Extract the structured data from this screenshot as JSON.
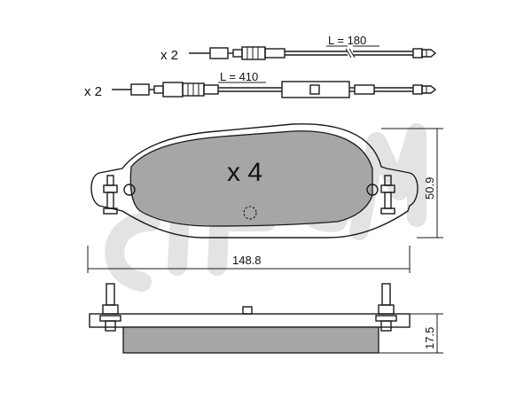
{
  "sensor_top": {
    "quantity": "x 2",
    "length": "L = 180"
  },
  "sensor_bottom": {
    "quantity": "x 2",
    "length": "L = 410"
  },
  "pad_multiplier": "x 4",
  "dimensions": {
    "width": "148.8",
    "height": "50.9",
    "thickness": "17.5"
  },
  "watermark": "CIFAM",
  "colors": {
    "pad_fill": "#a6a6a6",
    "line": "#1a1a1a",
    "watermark": "#e4e4e4"
  }
}
